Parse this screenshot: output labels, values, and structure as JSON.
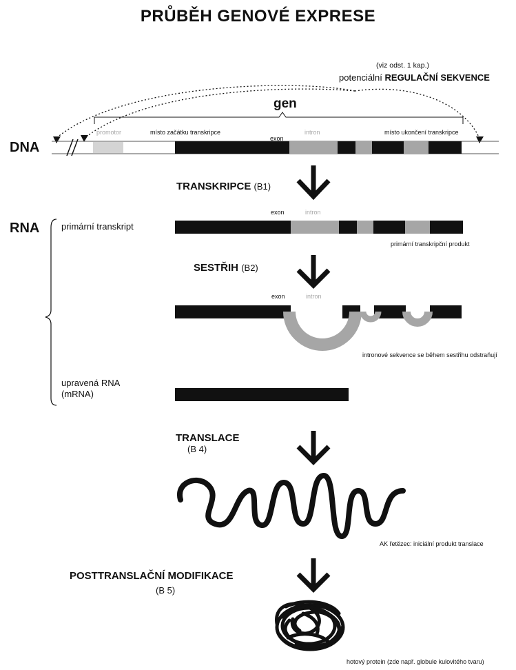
{
  "title": "PRŮBĚH GENOVÉ EXPRESE",
  "regulatory": {
    "note": "(viz odst. 1 kap.)",
    "label_prefix": "potenciální",
    "label_bold": "REGULAČNÍ SEKVENCE"
  },
  "gene_label": "gen",
  "dna": {
    "label": "DNA",
    "promoter": "promotor",
    "start": "místo začátku transkripce",
    "exon": "exon",
    "intron": "intron",
    "end": "místo ukončení transkripce"
  },
  "transcription": {
    "label": "TRANSKRIPCE",
    "ref": "(B1)",
    "exon": "exon",
    "intron": "intron"
  },
  "rna": {
    "label": "RNA",
    "primary": "primární transkript",
    "primary_product": "primární transkripční produkt",
    "processed_line1": "upravená RNA",
    "processed_line2": "(mRNA)"
  },
  "splicing": {
    "label": "SESTŘIH",
    "ref": "(B2)",
    "exon": "exon",
    "intron": "intron",
    "note": "intronové sekvence se během sestřihu odstraňují"
  },
  "translation": {
    "label": "TRANSLACE",
    "ref": "(B 4)",
    "note": "AK řetězec: iniciální produkt translace"
  },
  "posttranslation": {
    "label": "POSTTRANSLAČNÍ MODIFIKACE",
    "ref": "(B 5)",
    "note": "hotový protein (zde např. globule kulovitého tvaru)"
  },
  "colors": {
    "exon": "#111111",
    "intron": "#a6a6a6",
    "promoter": "#d4d4d4"
  }
}
